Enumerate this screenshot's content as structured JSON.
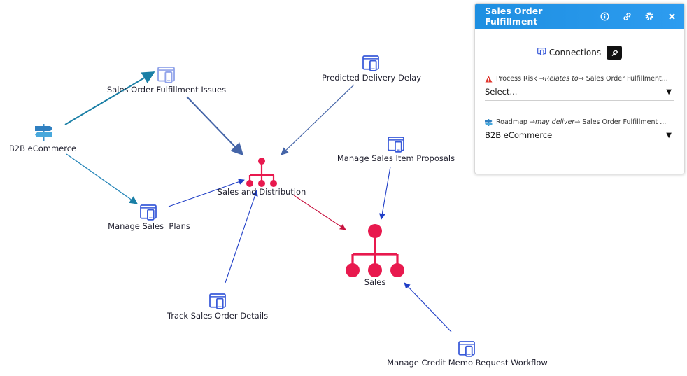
{
  "graph": {
    "nodes": [
      {
        "id": "sofi",
        "label": "Sales Order Fulfillment Issues",
        "icon": "application-icon-faded"
      },
      {
        "id": "pdd",
        "label": "Predicted Delivery Delay",
        "icon": "application-icon"
      },
      {
        "id": "b2b",
        "label": "B2B eCommerce",
        "icon": "roadmap-signpost-icon"
      },
      {
        "id": "sad",
        "label": "Sales and Distribution",
        "icon": "hierarchy-icon-small"
      },
      {
        "id": "msip",
        "label": "Manage Sales Item Proposals",
        "icon": "application-icon"
      },
      {
        "id": "msp",
        "label": "Manage Sales  Plans",
        "icon": "application-icon"
      },
      {
        "id": "sales",
        "label": "Sales",
        "icon": "hierarchy-icon-large"
      },
      {
        "id": "tsod",
        "label": "Track Sales Order Details",
        "icon": "application-icon"
      },
      {
        "id": "mcmrw",
        "label": "Manage Credit Memo Request Workflow",
        "icon": "application-icon"
      }
    ]
  },
  "panel": {
    "title": "Sales Order Fulfillment",
    "header_icons": [
      "info-icon",
      "link-icon",
      "settings-icon",
      "close-icon"
    ],
    "connections_label": "Connections",
    "relations": [
      {
        "icon": "warning-icon",
        "source": "Process Risk",
        "arrow_pre": "→",
        "verb": "Relates to",
        "arrow_post": "→",
        "target": "Sales Order Fulfillment...",
        "selected": "Select..."
      },
      {
        "icon": "roadmap-icon",
        "source": "Roadmap",
        "arrow_pre": "→",
        "verb": "may deliver",
        "arrow_post": "→",
        "target": "Sales Order Fulfillment ...",
        "selected": "B2B eCommerce"
      }
    ]
  },
  "colors": {
    "header_blue": "#1e8fe1",
    "hierarchy_red": "#e8194e",
    "app_blue": "#3a5bd9",
    "teal": "#1a7fa6",
    "arrow_blue": "#1f3ec7",
    "warning_red": "#e0342b"
  }
}
